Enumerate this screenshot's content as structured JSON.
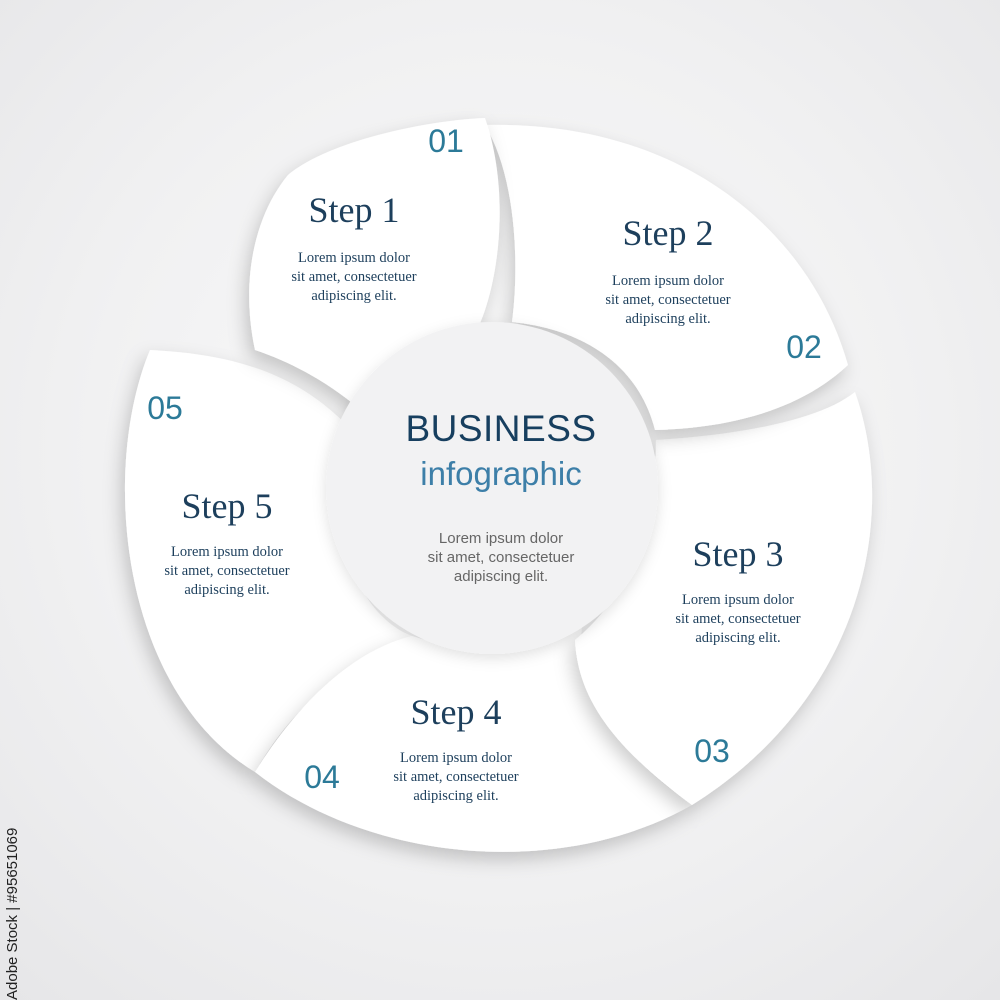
{
  "center": {
    "title": "BUSINESS",
    "subtitle": "infographic",
    "body": [
      "Lorem ipsum dolor",
      "sit amet, consectetuer",
      "adipiscing elit."
    ]
  },
  "steps": [
    {
      "number": "01",
      "title": "Step 1",
      "body": [
        "Lorem ipsum dolor",
        "sit amet, consectetuer",
        "adipiscing elit."
      ]
    },
    {
      "number": "02",
      "title": "Step 2",
      "body": [
        "Lorem ipsum dolor",
        "sit amet, consectetuer",
        "adipiscing elit."
      ]
    },
    {
      "number": "03",
      "title": "Step 3",
      "body": [
        "Lorem ipsum dolor",
        "sit amet, consectetuer",
        "adipiscing elit."
      ]
    },
    {
      "number": "04",
      "title": "Step 4",
      "body": [
        "Lorem ipsum dolor",
        "sit amet, consectetuer",
        "adipiscing elit."
      ]
    },
    {
      "number": "05",
      "title": "Step 5",
      "body": [
        "Lorem ipsum dolor",
        "sit amet, consectetuer",
        "adipiscing elit."
      ]
    }
  ],
  "watermark_id": "Adobe Stock | #95651069",
  "colors": {
    "petal": "#ffffff",
    "hub": "#f2f2f3",
    "number": "#2c7a98",
    "title_dark": "#1d3f5c",
    "subtitle": "#3d7fa8",
    "center_body": "#666666"
  }
}
